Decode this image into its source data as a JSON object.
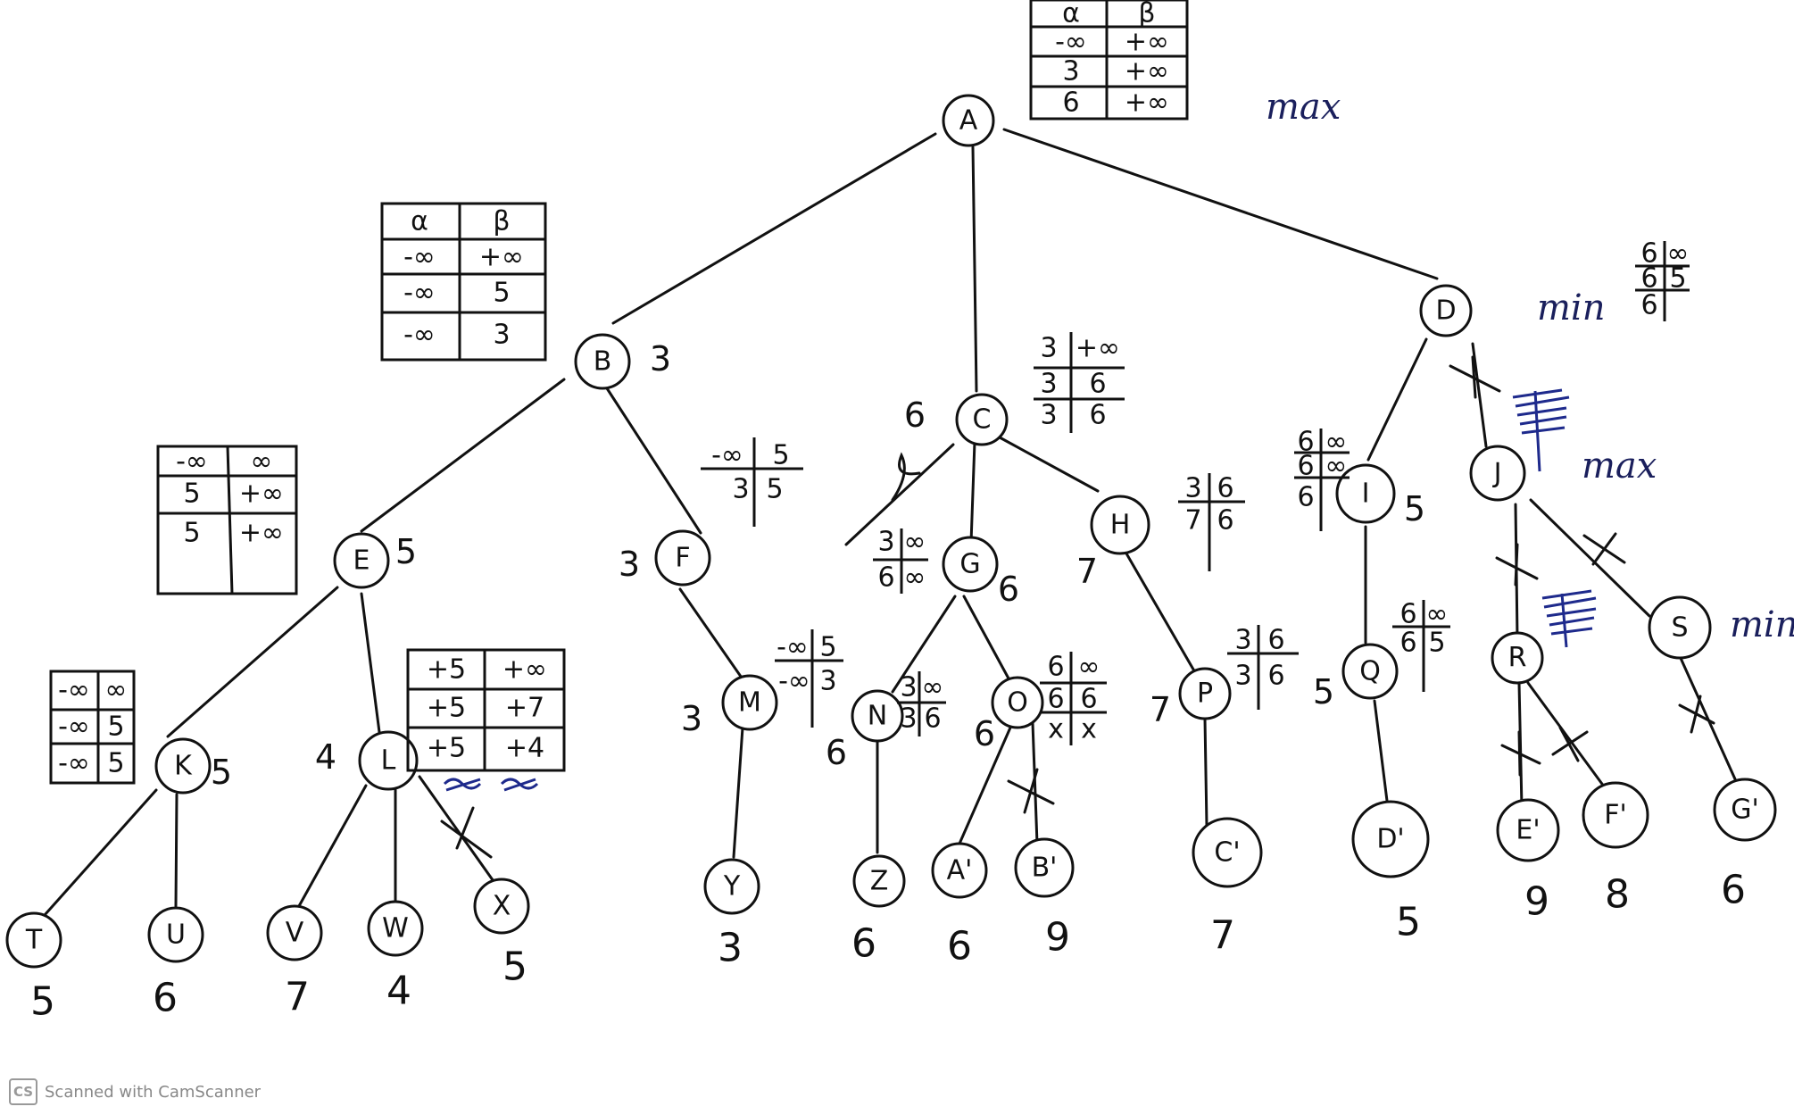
{
  "layers": {
    "max_top": "max",
    "min_d": "min",
    "max_j": "max",
    "min_s": "min"
  },
  "nodes": {
    "A": "A",
    "B": "B",
    "C": "C",
    "D": "D",
    "E": "E",
    "F": "F",
    "G": "G",
    "H": "H",
    "I": "I",
    "J": "J",
    "K": "K",
    "L": "L",
    "M": "M",
    "N": "N",
    "O": "O",
    "P": "P",
    "Q": "Q",
    "R": "R",
    "S": "S",
    "T": "T",
    "U": "U",
    "V": "V",
    "W": "W",
    "X": "X",
    "Y": "Y",
    "Z": "Z",
    "A2": "A'",
    "B2": "B'",
    "C2": "C'",
    "D2": "D'",
    "E2": "E'",
    "F2": "F'",
    "G2": "G'"
  },
  "node_values": {
    "B": "3",
    "C": "6",
    "E": "5",
    "F": "3",
    "G": "6",
    "H": "7",
    "I": "5",
    "K": "5",
    "L": "4",
    "M": "3",
    "N": "6",
    "O": "6",
    "P": "7",
    "Q": "5"
  },
  "leaf_values": {
    "T": "5",
    "U": "6",
    "V": "7",
    "W": "4",
    "X": "5",
    "Y": "3",
    "Z": "6",
    "A2": "6",
    "B2": "9",
    "C2": "7",
    "D2": "5",
    "E2": "9",
    "F2": "8",
    "G2": "6"
  },
  "tables": {
    "A": {
      "header": [
        "α",
        "β"
      ],
      "rows": [
        [
          "-∞",
          "+∞"
        ],
        [
          "3",
          "+∞"
        ],
        [
          "6",
          "+∞"
        ]
      ]
    },
    "B": {
      "header": [
        "α",
        "β"
      ],
      "rows": [
        [
          "-∞",
          "+∞"
        ],
        [
          "-∞",
          "5"
        ],
        [
          "-∞",
          "3"
        ]
      ]
    },
    "E": {
      "rows": [
        [
          "-∞",
          "∞"
        ],
        [
          "5",
          "+∞"
        ],
        [
          "5",
          "+∞"
        ]
      ]
    },
    "K": {
      "rows": [
        [
          "-∞",
          "∞"
        ],
        [
          "-∞",
          "5"
        ],
        [
          "-∞",
          "5"
        ]
      ]
    },
    "L": {
      "rows": [
        [
          "+5",
          "+∞"
        ],
        [
          "+5",
          "+7"
        ],
        [
          "+5",
          "+4"
        ]
      ]
    },
    "F": {
      "rows": [
        [
          "-∞",
          "5"
        ],
        [
          "3",
          "5"
        ]
      ]
    },
    "M": {
      "rows": [
        [
          "-∞",
          "5"
        ],
        [
          "-∞",
          "3"
        ]
      ]
    },
    "C": {
      "rows": [
        [
          "3",
          "+∞"
        ],
        [
          "3",
          "6"
        ],
        [
          "3",
          "6"
        ]
      ]
    },
    "G": {
      "rows": [
        [
          "3",
          "∞"
        ],
        [
          "6",
          "∞"
        ]
      ]
    },
    "H": {
      "rows": [
        [
          "3",
          "6"
        ],
        [
          "7",
          "6"
        ]
      ]
    },
    "N": {
      "rows": [
        [
          "3",
          "∞"
        ],
        [
          "3",
          "6"
        ]
      ]
    },
    "O": {
      "rows": [
        [
          "6",
          "∞"
        ],
        [
          "6",
          "6"
        ],
        [
          "x",
          "x"
        ]
      ]
    },
    "P": {
      "rows": [
        [
          "3",
          "6"
        ],
        [
          "3",
          "6"
        ]
      ]
    },
    "D": {
      "rows": [
        [
          "6",
          "∞"
        ],
        [
          "6",
          "5"
        ],
        [
          "6",
          ""
        ]
      ]
    },
    "I": {
      "rows": [
        [
          "6",
          "∞"
        ],
        [
          "6",
          "∞"
        ],
        [
          "6",
          ""
        ]
      ]
    },
    "Q": {
      "rows": [
        [
          "6",
          "∞"
        ],
        [
          "6",
          "5"
        ]
      ]
    }
  },
  "footer": {
    "logo": "CS",
    "text": "Scanned with CamScanner"
  }
}
